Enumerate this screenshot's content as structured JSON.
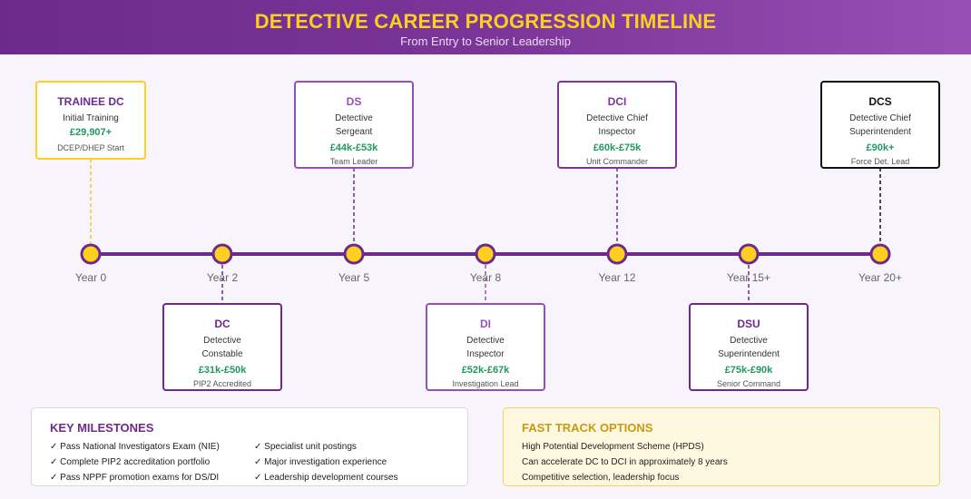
{
  "header": {
    "title": "DETECTIVE CAREER PROGRESSION TIMELINE",
    "subtitle": "From Entry to Senior Leadership"
  },
  "years": [
    "Year 0",
    "Year 2",
    "Year 5",
    "Year 8",
    "Year 12",
    "Year 15+",
    "Year 20+"
  ],
  "ranks": {
    "trainee": {
      "rank": "TRAINEE DC",
      "name": "Initial Training",
      "salary": "£29,907+",
      "note": "DCEP/DHEP Start"
    },
    "dc": {
      "rank": "DC",
      "name": "Detective\nConstable",
      "salary": "£31k-£50k",
      "note": "PIP2 Accredited"
    },
    "ds": {
      "rank": "DS",
      "name": "Detective\nSergeant",
      "salary": "£44k-£53k",
      "note": "Team Leader"
    },
    "di": {
      "rank": "DI",
      "name": "Detective\nInspector",
      "salary": "£52k-£67k",
      "note": "Investigation Lead"
    },
    "dci": {
      "rank": "DCI",
      "name": "Detective Chief\nInspector",
      "salary": "£60k-£75k",
      "note": "Unit Commander"
    },
    "dsu": {
      "rank": "DSU",
      "name": "Detective\nSuperintendent",
      "salary": "£75k-£90k",
      "note": "Senior Command"
    },
    "dcs": {
      "rank": "DCS",
      "name": "Detective Chief\nSuperintendent",
      "salary": "£90k+",
      "note": "Force Det. Lead"
    }
  },
  "milestones": {
    "title": "KEY MILESTONES",
    "left": [
      "✓ Pass National Investigators Exam (NIE)",
      "✓ Complete PIP2 accreditation portfolio",
      "✓ Pass NPPF promotion exams for DS/DI"
    ],
    "right": [
      "✓ Specialist unit postings",
      "✓ Major investigation experience",
      "✓ Leadership development courses"
    ]
  },
  "fast_track": {
    "title": "FAST TRACK OPTIONS",
    "items": [
      "High Potential Development Scheme (HPDS)",
      "Can accelerate DC to DCI in approximately 8 years",
      "Competitive selection, leadership focus"
    ]
  },
  "colors": {
    "primary": "#6d2a8c",
    "accent": "#fdd020",
    "salary": "#1f9a60",
    "ds_di_text": "#9650b5",
    "dcs_border": "#111111"
  }
}
